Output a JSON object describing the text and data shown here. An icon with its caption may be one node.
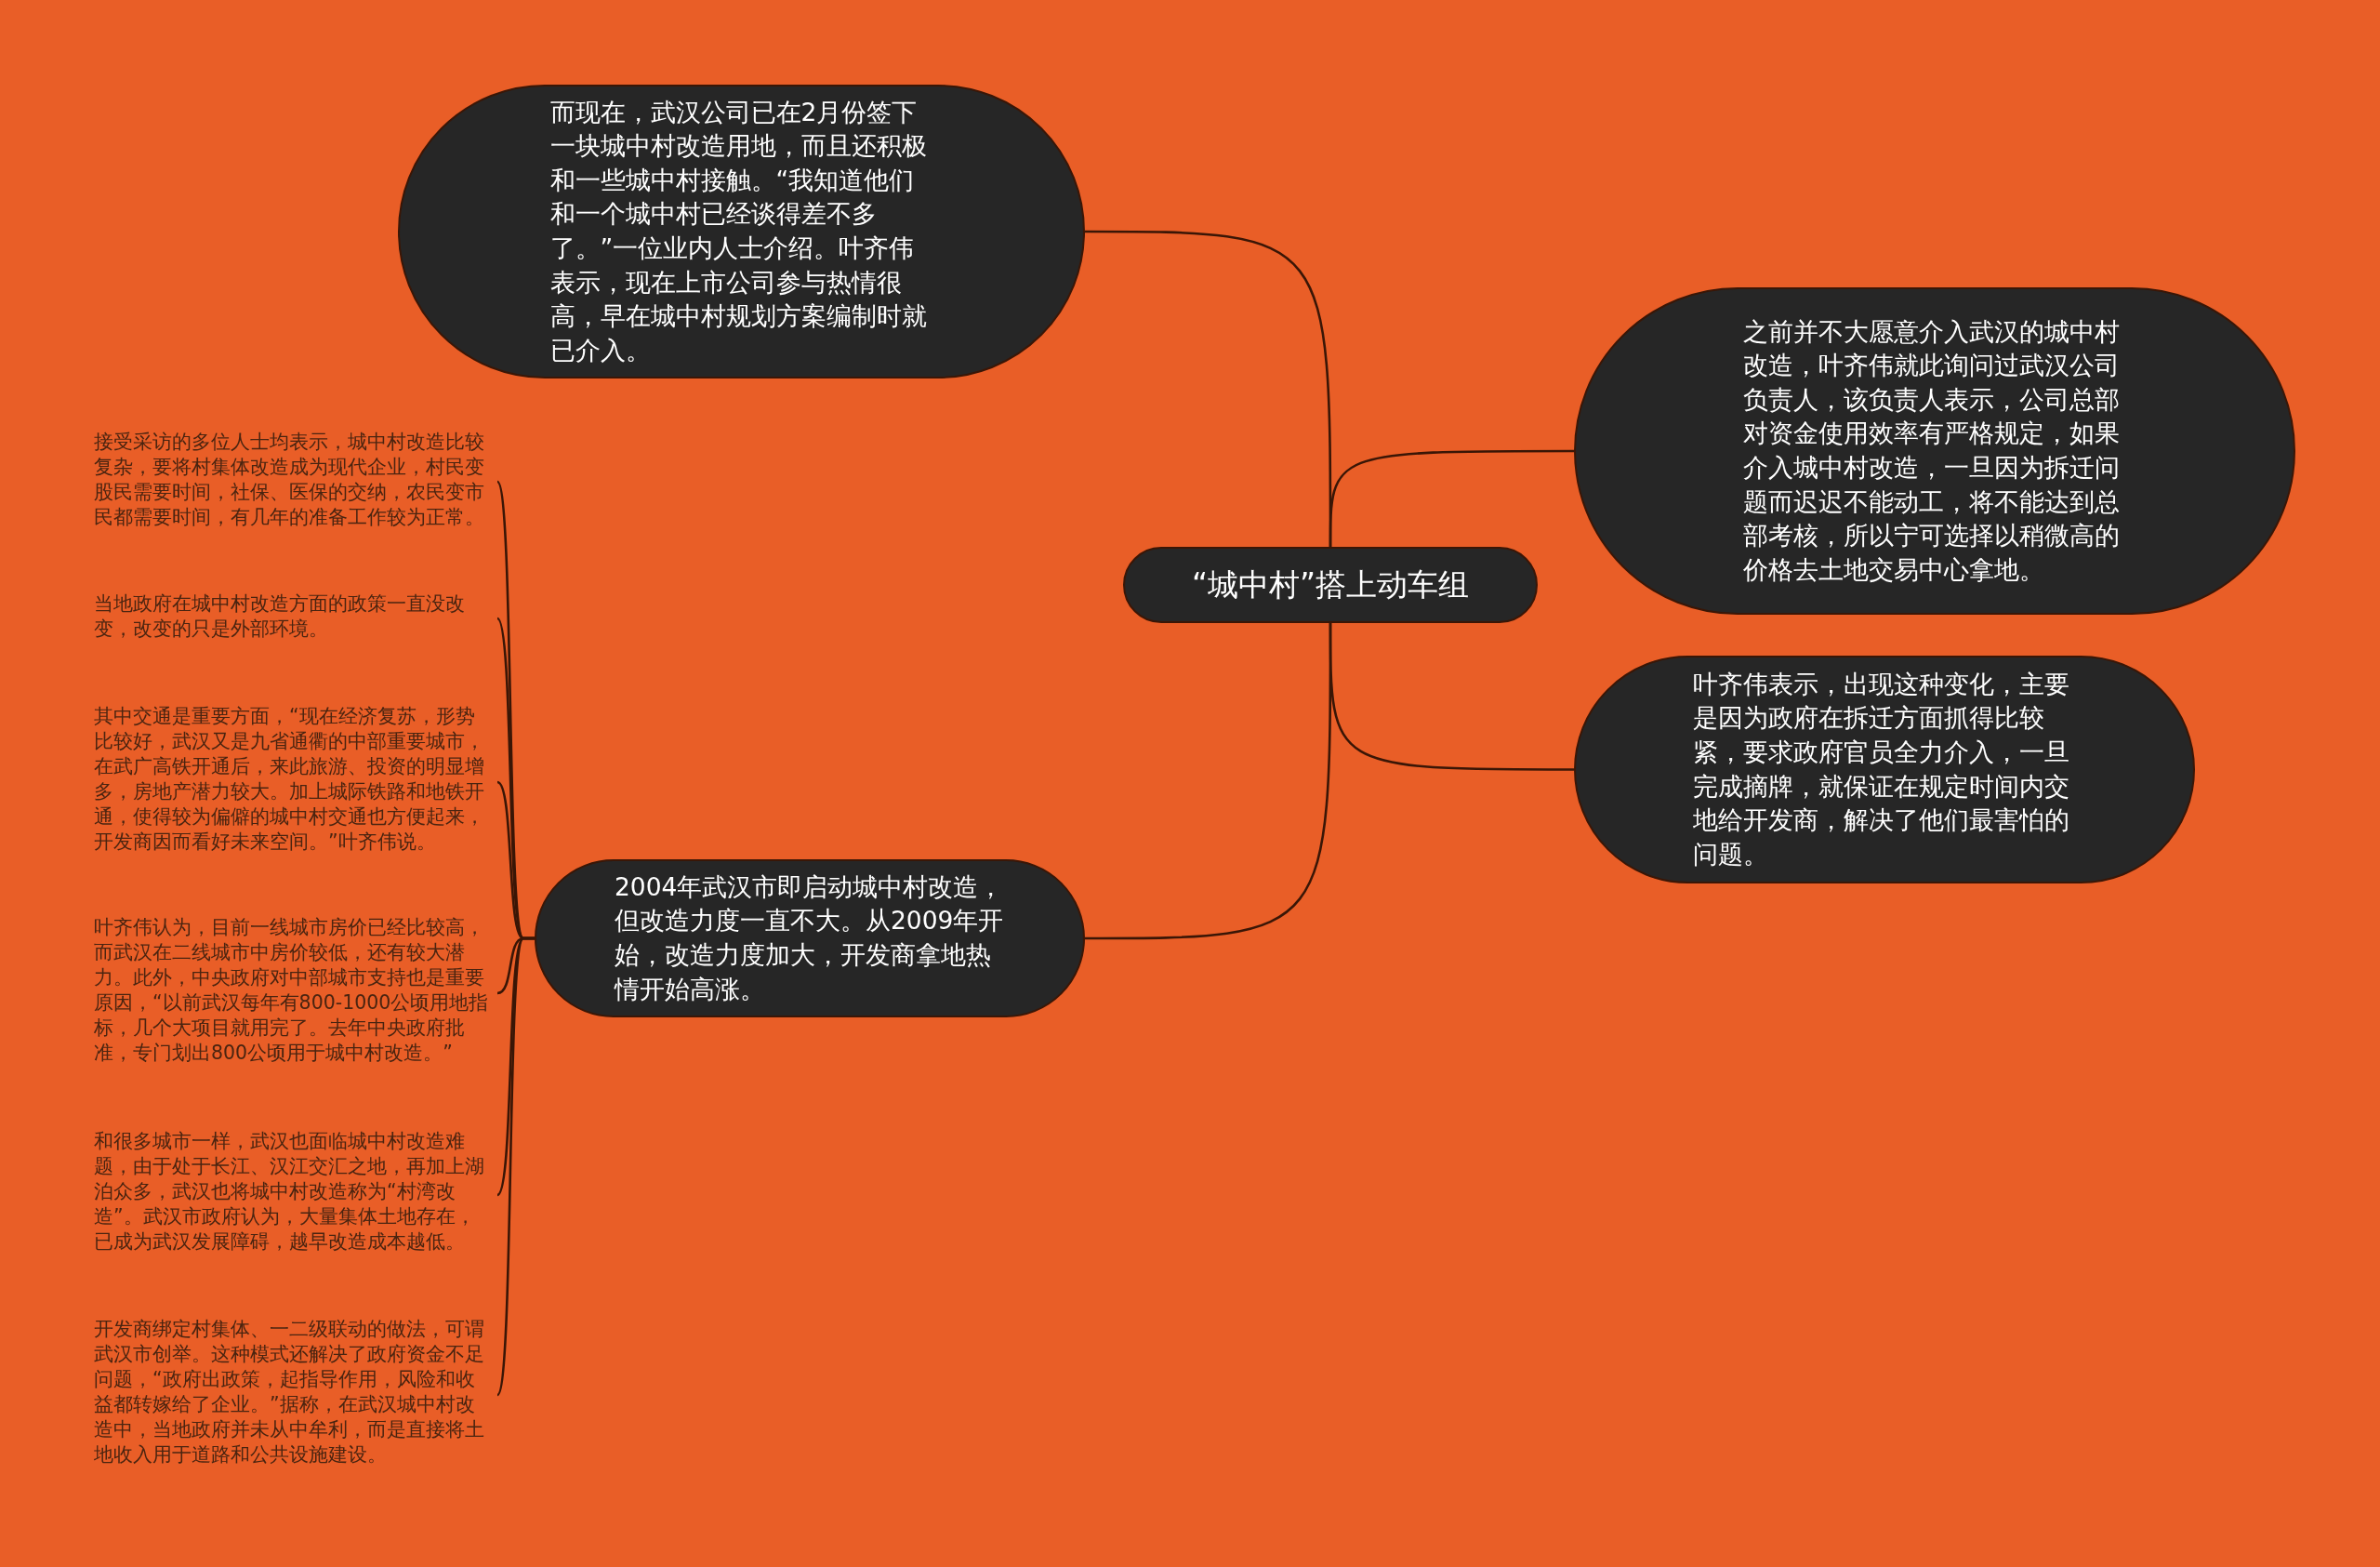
{
  "diagram": {
    "nodes": [
      {
        "text": [
          "“城中村”搭上动车组"
        ]
      },
      {
        "text": [
          "而现在，武汉公司已在2月份签下一块城中村改造用地，而且还积极和一些城中村接触。“我知道他们和一个城中村已经谈得差不多了。”一位业内人士介绍。叶齐伟表示，现在上市公司参与热情很高，早在城中村规划方案编制时就已介入。"
        ]
      },
      {
        "text": [
          "之前并不大愿意介入武汉的城中村改造，叶齐伟就此询问过武汉公司负责人，该负责人表示，公司总部对资金使用效率有严格规定，如果介入城中村改造，一旦因为拆迁问题而迟迟不能动工，将不能达到总部考核，所以宁可选择以稍微高的价格去土地交易中心拿地。"
        ]
      },
      {
        "text": [
          "叶齐伟表示，出现这种变化，主要是因为政府在拆迁方面抓得比较紧，要求政府官员全力介入，一旦完成摘牌，就保证在规定时间内交地给开发商，解决了他们最害怕的问题。"
        ]
      },
      {
        "text": [
          "2004年武汉市即启动城中村改造，但改造力度一直不大。从2009年开始，改造力度加大，开发商拿地热情开始高涨。"
        ]
      },
      {
        "text": [
          "接受采访的多位人士均表示，城中村改造比较复杂，要将村集体改造成为现代企业，村民变股民需要时间，社保、医保的交纳，农民变市民都需要时间，有几年的准备工作较为正常。"
        ]
      },
      {
        "text": [
          "当地政府在城中村改造方面的政策一直没改变，改变的只是外部环境。"
        ]
      },
      {
        "text": [
          "其中交通是重要方面，“现在经济复苏，形势比较好，武汉又是九省通衢的中部重要城市，在武广高铁开通后，来此旅游、投资的明显增多，房地产潜力较大。加上城际铁路和地铁开通，使得较为偏僻的城中村交通也方便起来，开发商因而看好未来空间。”叶齐伟说。"
        ]
      },
      {
        "text": [
          "叶齐伟认为，目前一线城市房价已经比较高，而武汉在二线城市中房价较低，还有较大潜力。此外，中央政府对中部城市支持也是重要原因，“以前武汉每年有800-1000公顷用地指标，几个大项目就用完了。去年中央政府批准，专门划出800公顷用于城中村改造。”"
        ]
      },
      {
        "text": [
          "和很多城市一样，武汉也面临城中村改造难题，由于处于长江、汉江交汇之地，再加上湖泊众多，武汉也将城中村改造称为“村湾改造”。武汉市政府认为，大量集体土地存在，已成为武汉发展障碍，越早改造成本越低。"
        ]
      },
      {
        "text": [
          "开发商绑定村集体、一二级联动的做法，可谓武汉市创举。这种模式还解决了政府资金不足问题，“政府出政策，起指导作用，风险和收益都转嫁给了企业。”据称，在武汉城中村改造中，当地政府并未从中牟利，而是直接将土地收入用于道路和公共设施建设。"
        ]
      }
    ],
    "edges": [
      {
        "from": 0,
        "to": 1,
        "arrow": "none"
      },
      {
        "from": 0,
        "to": 2,
        "arrow": "none"
      },
      {
        "from": 0,
        "to": 3,
        "arrow": "none"
      },
      {
        "from": 0,
        "to": 4,
        "arrow": "none"
      },
      {
        "from": 4,
        "to": 5,
        "arrow": "none"
      },
      {
        "from": 4,
        "to": 6,
        "arrow": "none"
      },
      {
        "from": 4,
        "to": 7,
        "arrow": "none"
      },
      {
        "from": 4,
        "to": 8,
        "arrow": "none"
      },
      {
        "from": 4,
        "to": 9,
        "arrow": "none"
      },
      {
        "from": 4,
        "to": 10,
        "arrow": "none"
      }
    ]
  }
}
